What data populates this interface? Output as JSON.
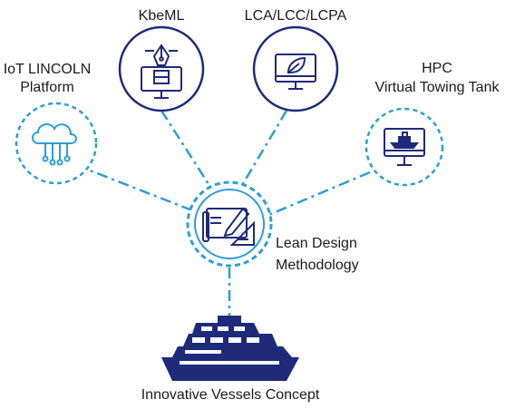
{
  "nodes": {
    "kbeml": {
      "label": "KbeML"
    },
    "lca": {
      "label": "LCA/LCC/LCPA"
    },
    "iot": {
      "label_line1": "IoT LINCOLN",
      "label_line2": "Platform"
    },
    "hpc": {
      "label_line1": "HPC",
      "label_line2": "Virtual Towing Tank"
    },
    "lean": {
      "label_line1": "Lean Design",
      "label_line2": "Methodology"
    },
    "vessel": {
      "label": "Innovative Vessels Concept"
    }
  },
  "colors": {
    "dark_blue": "#1f2a7a",
    "light_blue": "#2a9fd6"
  },
  "icons": {
    "kbeml": "pen-tool-monitor-icon",
    "lca": "leaf-monitor-icon",
    "iot": "cloud-network-icon",
    "hpc": "ship-monitor-icon",
    "lean": "blueprint-pencil-icon",
    "vessel": "yacht-icon"
  }
}
